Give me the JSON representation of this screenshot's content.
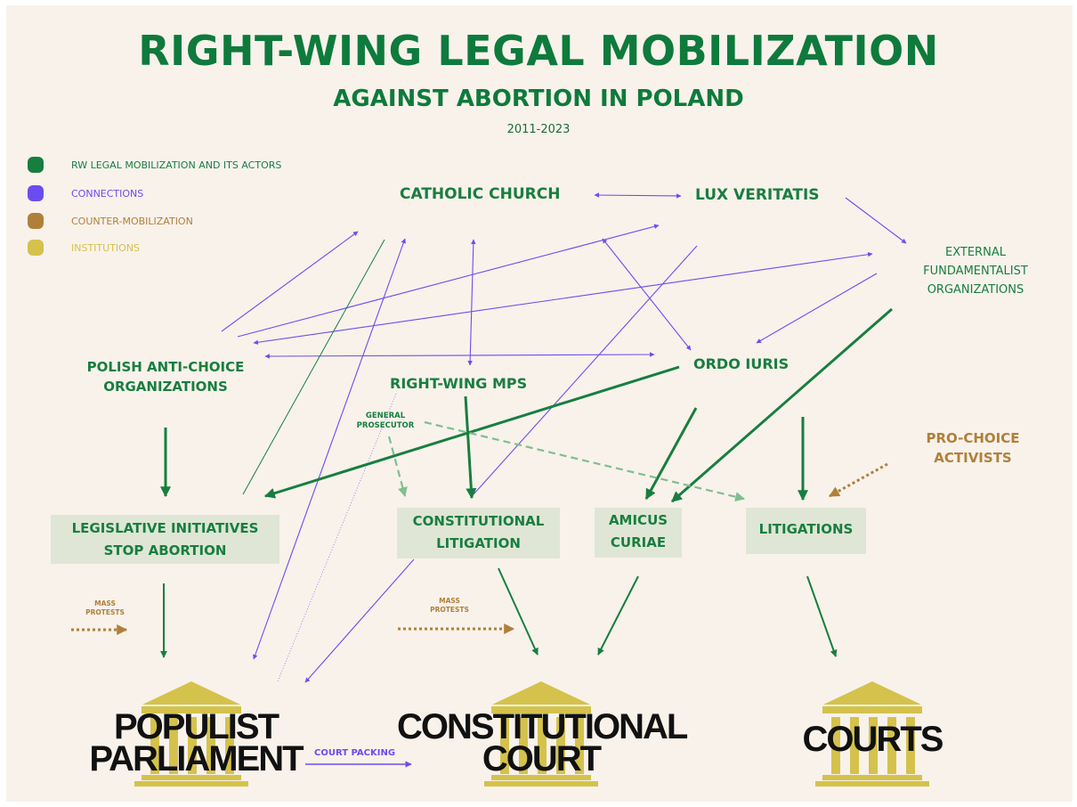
{
  "title": "RIGHT-WING LEGAL MOBILIZATION",
  "subtitle": "AGAINST ABORTION IN POLAND",
  "years": "2011-2023",
  "colors": {
    "actors": "#187e3f",
    "connections": "#6b4cf0",
    "counter": "#b0803a",
    "institutions": "#d4c24c"
  },
  "legend": [
    {
      "label": "RW LEGAL MOBILIZATION AND ITS ACTORS",
      "color": "#187e3f"
    },
    {
      "label": "CONNECTIONS",
      "color": "#6b4cf0"
    },
    {
      "label": "COUNTER-MOBILIZATION",
      "color": "#b0803a"
    },
    {
      "label": "INSTITUTIONS",
      "color": "#d4c24c"
    }
  ],
  "nodes": {
    "catholic_church": "CATHOLIC CHURCH",
    "lux_veritatis": "LUX VERITATIS",
    "external_1": "EXTERNAL",
    "external_2": "FUNDAMENTALIST",
    "external_3": "ORGANIZATIONS",
    "polish_1": "POLISH ANTI-CHOICE",
    "polish_2": "ORGANIZATIONS",
    "ordo_iuris": "ORDO IURIS",
    "rw_mps": "RIGHT-WING MPS",
    "general_prosecutor_1": "GENERAL",
    "general_prosecutor_2": "PROSECUTOR",
    "pro_choice_1": "PRO-CHOICE",
    "pro_choice_2": "ACTIVISTS"
  },
  "boxes": {
    "legislative_1": "LEGISLATIVE INITIATIVES",
    "legislative_2": "STOP ABORTION",
    "constitutional_1": "CONSTITUTIONAL",
    "constitutional_2": "LITIGATION",
    "amicus_1": "AMICUS",
    "amicus_2": "CURIAE",
    "litigations": "LITIGATIONS"
  },
  "protests": {
    "mass_1": "MASS",
    "mass_2": "PROTESTS"
  },
  "institutions": {
    "parliament_1": "POPULIST",
    "parliament_2": "PARLIAMENT",
    "court_1": "CONSTITUTIONAL",
    "court_2": "COURT",
    "courts": "COURTS"
  },
  "court_packing": "COURT PACKING"
}
